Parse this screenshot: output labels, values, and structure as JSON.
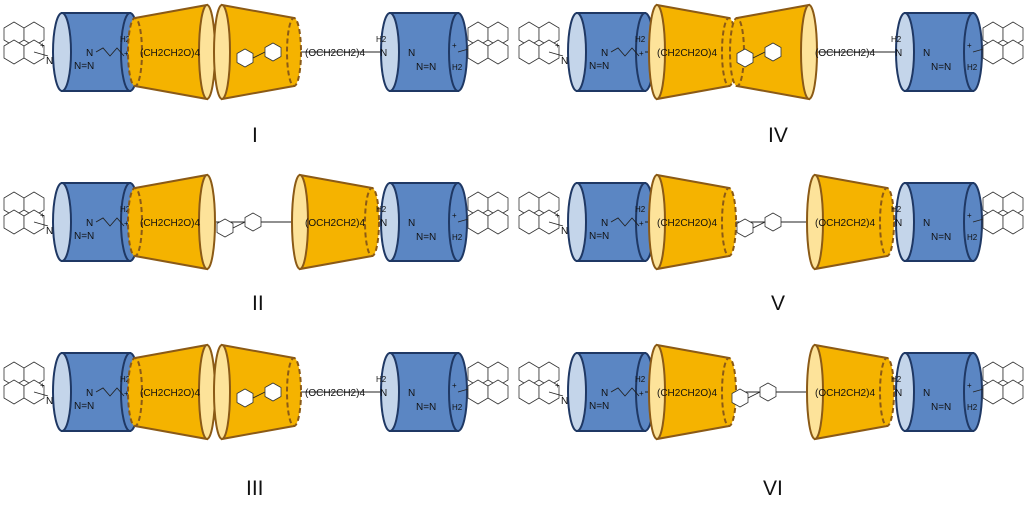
{
  "colors": {
    "cyclodextrin_body": "#5b86c3",
    "cyclodextrin_face": "#c4d5ea",
    "cyclodextrin_outline": "#1f3864",
    "macrocycle_body": "#f5b300",
    "macrocycle_face": "#fde39a",
    "macrocycle_outline": "#8b5a16",
    "stroke": "#222222"
  },
  "labels": {
    "peg_segment_a": "(CH2CH2O)4",
    "peg_segment_b": "(OCH2CH2)4",
    "ammonium": "N",
    "h2": "H2",
    "plus": "+",
    "triazole_a": "N",
    "triazole_b": "N=N"
  },
  "structures": [
    {
      "numeral": "I",
      "variant": "both-left-facing-in"
    },
    {
      "numeral": "II",
      "variant": "left-and-right-facing-out"
    },
    {
      "numeral": "III",
      "variant": "both-left-facing-out"
    },
    {
      "numeral": "IV",
      "variant": "both-left-tail-to-tail"
    },
    {
      "numeral": "V",
      "variant": "left-and-right-facing-in"
    },
    {
      "numeral": "VI",
      "variant": "left-and-right-open-out"
    }
  ]
}
